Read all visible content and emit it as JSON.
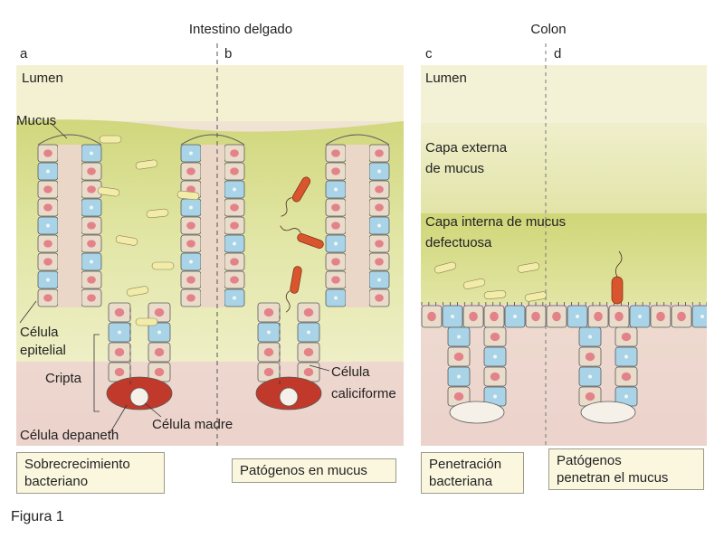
{
  "headers": {
    "small_intestine": "Intestino delgado",
    "colon": "Colon"
  },
  "panels": {
    "a": {
      "letter": "a",
      "caption": [
        "Sobrecrecimiento",
        "bacteriano"
      ]
    },
    "b": {
      "letter": "b",
      "caption": [
        "Patógenos en mucus"
      ]
    },
    "c": {
      "letter": "c",
      "caption": [
        "Penetración",
        "bacteriana"
      ]
    },
    "d": {
      "letter": "d",
      "caption": [
        "Patógenos",
        "penetran el mucus"
      ]
    }
  },
  "labels": {
    "lumen_left": "Lumen",
    "lumen_right": "Lumen",
    "mucus": "Mucus",
    "outer_mucus": [
      "Capa externa",
      "de mucus"
    ],
    "inner_mucus": [
      "Capa interna de mucus",
      "defectuosa"
    ],
    "epithelial_cell": [
      "Célula",
      "epitelial"
    ],
    "crypt": "Cripta",
    "paneth_cell": "Célula depaneth",
    "stem_cell": "Célula madre",
    "goblet_cell": [
      "Célula",
      "caliciforme"
    ]
  },
  "figure_caption": "Figura 1",
  "colors": {
    "lumen": "#f4f1d2",
    "mucus_light": "#e6e6a8",
    "mucus_dark": "#cfd67a",
    "tissue": "#ecdcd0",
    "epithelial_cell": "#e9dccb",
    "nucleus": "#e4828a",
    "goblet_cell": "#a9d3e6",
    "paneth_cell": "#c0392b",
    "bacteria": "#f3eca8",
    "pathogen": "#d9552e"
  }
}
